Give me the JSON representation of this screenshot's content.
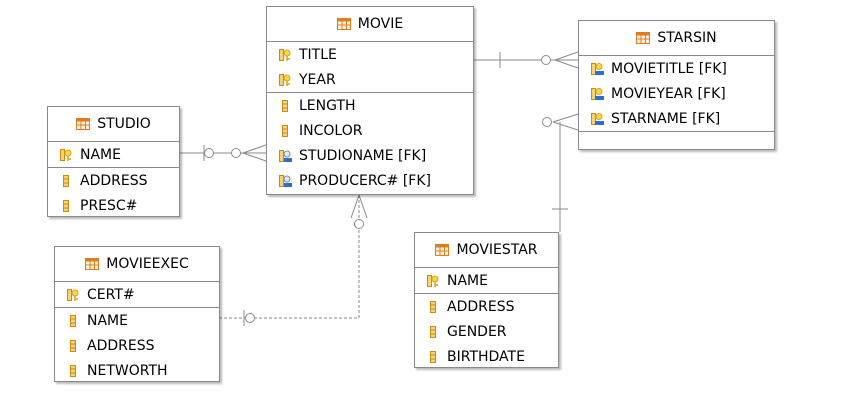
{
  "colors": {
    "key": "#d9a21a",
    "fk": "#2a6fd6",
    "col": "#c98b12",
    "line": "#8a8a8a",
    "tableIcon": "#e07b1f"
  },
  "icons": {
    "table": "table-icon",
    "pk": "primary-key-icon",
    "fk": "foreign-key-icon",
    "pkfk": "primary-foreign-key-icon",
    "column": "column-icon"
  },
  "entities": {
    "movie": {
      "name": "MOVIE",
      "keys": [
        {
          "label": "TITLE",
          "kind": "pk"
        },
        {
          "label": "YEAR",
          "kind": "pk"
        }
      ],
      "columns": [
        {
          "label": "LENGTH",
          "kind": "column"
        },
        {
          "label": "INCOLOR",
          "kind": "column"
        },
        {
          "label": "STUDIONAME [FK]",
          "kind": "fk"
        },
        {
          "label": "PRODUCERC# [FK]",
          "kind": "fk"
        }
      ]
    },
    "studio": {
      "name": "STUDIO",
      "keys": [
        {
          "label": "NAME",
          "kind": "pk"
        }
      ],
      "columns": [
        {
          "label": "ADDRESS",
          "kind": "column"
        },
        {
          "label": "PRESC#",
          "kind": "column"
        }
      ]
    },
    "starsin": {
      "name": "STARSIN",
      "keys": [
        {
          "label": "MOVIETITLE [FK]",
          "kind": "pkfk"
        },
        {
          "label": "MOVIEYEAR [FK]",
          "kind": "pkfk"
        },
        {
          "label": "STARNAME [FK]",
          "kind": "pkfk"
        }
      ],
      "columns": []
    },
    "moviestar": {
      "name": "MOVIESTAR",
      "keys": [
        {
          "label": "NAME",
          "kind": "pk"
        }
      ],
      "columns": [
        {
          "label": "ADDRESS",
          "kind": "column"
        },
        {
          "label": "GENDER",
          "kind": "column"
        },
        {
          "label": "BIRTHDATE",
          "kind": "column"
        }
      ]
    },
    "movieexec": {
      "name": "MOVIEEXEC",
      "keys": [
        {
          "label": "CERT#",
          "kind": "pk"
        }
      ],
      "columns": [
        {
          "label": "NAME",
          "kind": "column"
        },
        {
          "label": "ADDRESS",
          "kind": "column"
        },
        {
          "label": "NETWORTH",
          "kind": "column"
        }
      ]
    }
  },
  "relationships": [
    {
      "from": "STUDIO",
      "to": "MOVIE",
      "identifying": true,
      "from_card": "one-optional",
      "to_card": "many-optional"
    },
    {
      "from": "MOVIE",
      "to": "STARSIN",
      "identifying": true,
      "from_card": "one",
      "to_card": "many-optional"
    },
    {
      "from": "MOVIESTAR",
      "to": "STARSIN",
      "identifying": true,
      "from_card": "one",
      "to_card": "many-optional"
    },
    {
      "from": "MOVIEEXEC",
      "to": "MOVIE",
      "identifying": false,
      "from_card": "one-optional",
      "to_card": "many-optional"
    }
  ]
}
